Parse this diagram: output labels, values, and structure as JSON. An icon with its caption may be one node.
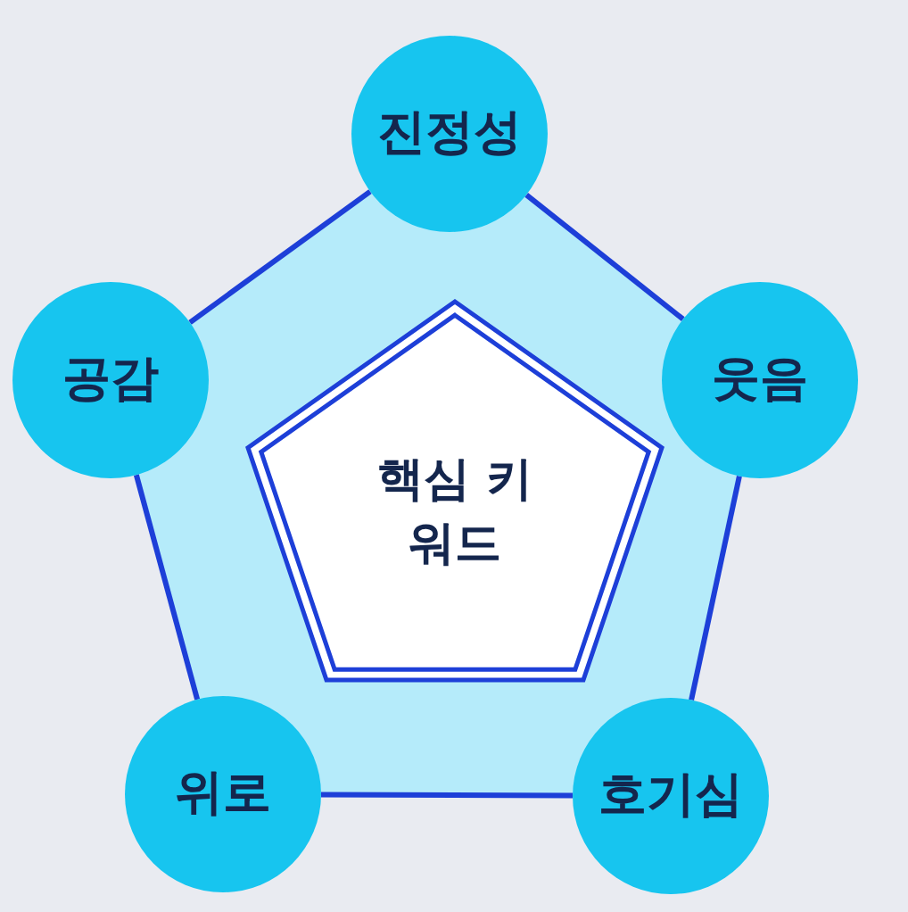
{
  "diagram": {
    "nodes": [
      {
        "text": [
          "진정성"
        ]
      },
      {
        "text": [
          "공감"
        ]
      },
      {
        "text": [
          "웃음"
        ]
      },
      {
        "text": [
          "핵심 키워드"
        ]
      },
      {
        "text": [
          "위로"
        ]
      },
      {
        "text": [
          "호기심"
        ]
      }
    ],
    "edges": [
      {
        "from": 0,
        "to": 2,
        "arrow": "none"
      },
      {
        "from": 2,
        "to": 5,
        "arrow": "none"
      },
      {
        "from": 5,
        "to": 4,
        "arrow": "none"
      },
      {
        "from": 4,
        "to": 1,
        "arrow": "none"
      },
      {
        "from": 1,
        "to": 0,
        "arrow": "none"
      }
    ]
  }
}
